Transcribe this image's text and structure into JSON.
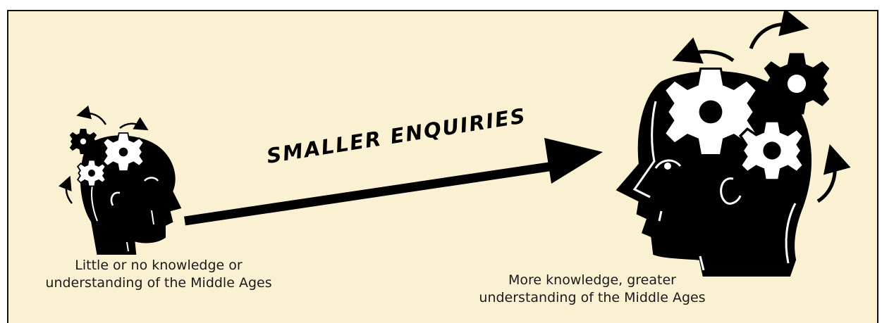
{
  "arrow_label": "SMALLER ENQUIRIES",
  "left_caption": {
    "line1": "Little or no knowledge or",
    "line2": "understanding of the Middle Ages"
  },
  "right_caption": {
    "line1": "More knowledge, greater",
    "line2": "understanding of the Middle Ages"
  },
  "colors": {
    "background": "#faf1d3",
    "ink": "#000000",
    "gear": "#ffffff"
  }
}
